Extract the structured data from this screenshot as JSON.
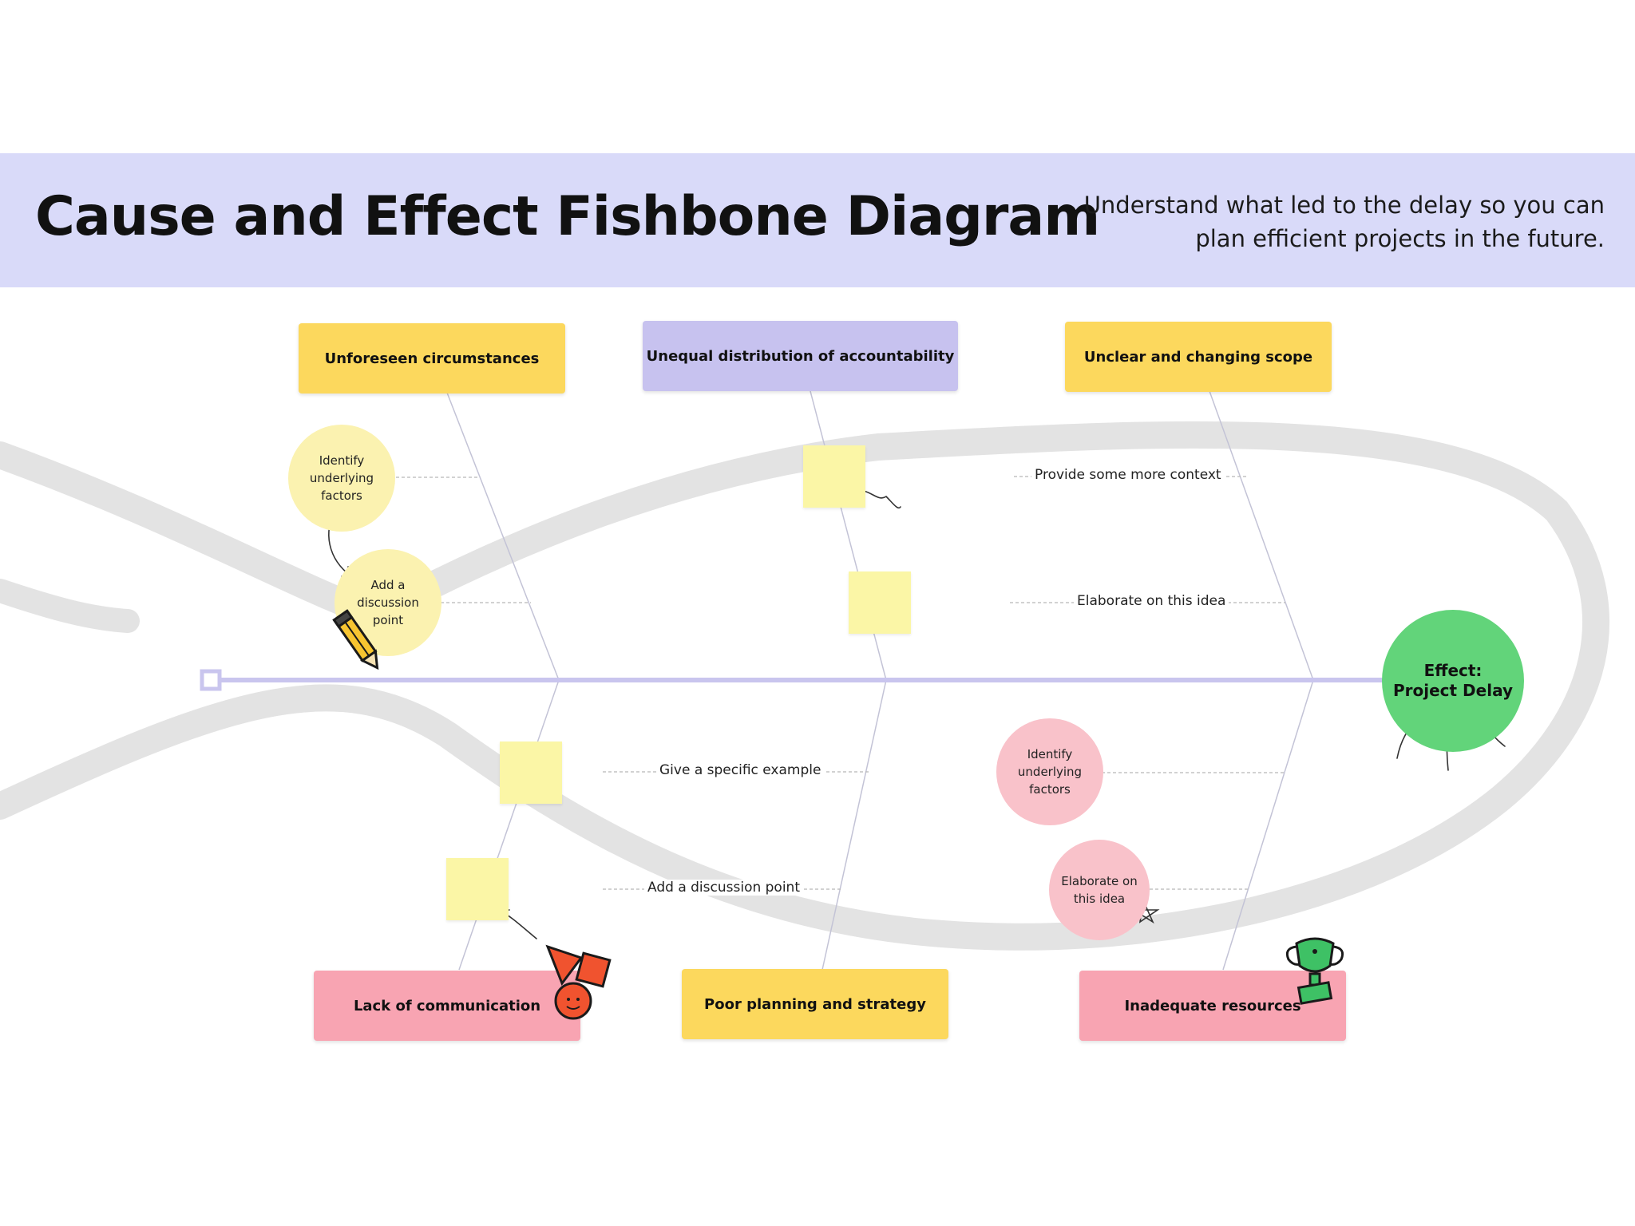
{
  "header": {
    "title": "Cause and Effect Fishbone Diagram",
    "subtitle": "Understand what led to the delay so you can plan efficient projects in the future."
  },
  "colors": {
    "header_bg": "#d9daf9",
    "yellow": "#fcd85d",
    "purple": "#c7c2ef",
    "pink": "#f8a4b2",
    "green": "#62d47a",
    "spine": "#c9c5ee"
  },
  "categories": {
    "top_left": "Unforeseen circumstances",
    "top_middle": "Unequal distribution of accountability",
    "top_right": "Unclear and changing scope",
    "bottom_left": "Lack of communication",
    "bottom_middle": "Poor planning and strategy",
    "bottom_right": "Inadequate resources"
  },
  "effect": {
    "line1": "Effect:",
    "line2": "Project Delay"
  },
  "circles": {
    "identify_top": "Identify underlying factors",
    "add_point": "Add a discussion point",
    "identify_bottom": "Identify underlying factors",
    "elaborate_bottom": "Elaborate on this idea"
  },
  "notes": {
    "context": "Provide some more context",
    "elaborate": "Elaborate on this idea",
    "example": "Give a specific example",
    "discussion": "Add a discussion point"
  },
  "icons": [
    "pencil-icon",
    "shapes-sticker-icon",
    "trophy-sticker-icon",
    "star-doodle-icon"
  ]
}
